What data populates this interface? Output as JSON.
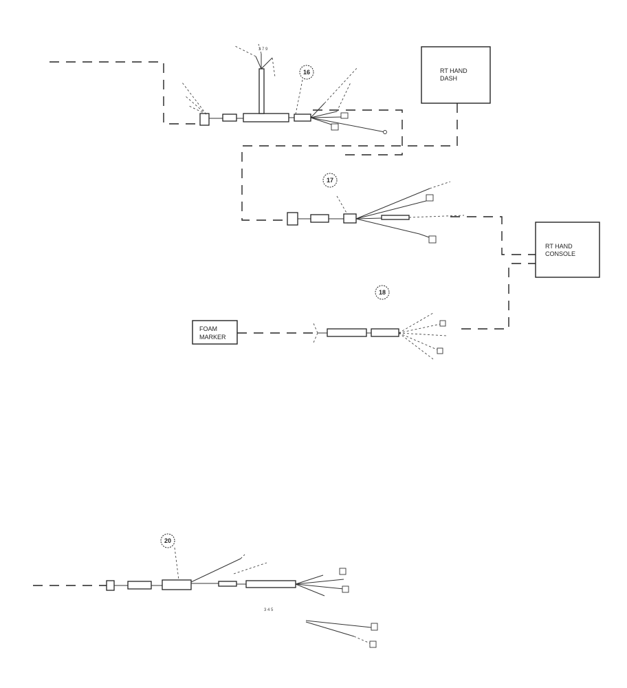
{
  "components": {
    "rt_hand_dash": {
      "line1": "RT HAND",
      "line2": "DASH"
    },
    "rt_hand_console": {
      "line1": "RT HAND",
      "line2": "CONSOLE"
    },
    "foam_marker": {
      "line1": "FOAM",
      "line2": "MARKER"
    }
  },
  "callouts": [
    {
      "id": "harness-16",
      "label": "16"
    },
    {
      "id": "harness-17",
      "label": "17"
    },
    {
      "id": "harness-18",
      "label": "18"
    },
    {
      "id": "harness-20",
      "label": "20"
    }
  ],
  "wire_tags": {
    "top": "3 7 9",
    "bottom": "3 4 5"
  }
}
